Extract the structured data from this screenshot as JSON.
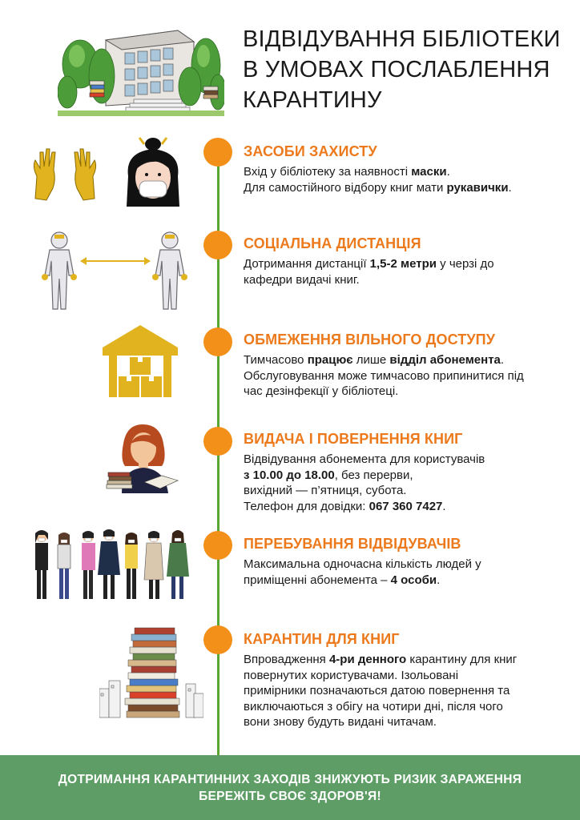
{
  "title_lines": [
    "ВІДВІДУВАННЯ БІБЛІОТЕКИ",
    "В УМОВАХ ПОСЛАБЛЕННЯ",
    "КАРАНТИНУ"
  ],
  "sections": [
    {
      "title": "ЗАСОБИ ЗАХИСТУ",
      "lines": [
        {
          "a": "Вхід у бібліотеку за наявності ",
          "b": "маски",
          "c": "."
        },
        {
          "a": "Для самостійного відбору книг мати ",
          "b": "рукавички",
          "c": "."
        }
      ]
    },
    {
      "title": "СОЦІАЛЬНА ДИСТАНЦІЯ",
      "lines": [
        {
          "a": "Дотримання дистанції ",
          "b": "1,5-2 метри",
          "c": " у черзі до"
        },
        {
          "a": "кафедри видачі книг.",
          "b": "",
          "c": ""
        }
      ]
    },
    {
      "title": "ОБМЕЖЕННЯ ВІЛЬНОГО ДОСТУПУ",
      "lines": [
        {
          "a": "Тимчасово ",
          "b": "працює",
          "c": " лише ",
          "d": "відділ абонемента",
          "e": "."
        },
        {
          "a": "Обслуговування може тимчасово припинитися під",
          "b": "",
          "c": ""
        },
        {
          "a": "час дезінфекції у бібліотеці.",
          "b": "",
          "c": ""
        }
      ]
    },
    {
      "title": "ВИДАЧА І ПОВЕРНЕННЯ КНИГ",
      "lines": [
        {
          "a": "Відвідування абонемента для користувачів",
          "b": "",
          "c": ""
        },
        {
          "a": "",
          "b": "з 10.00 до 18.00",
          "c": ", без перерви,"
        },
        {
          "a": "вихідний — п’ятниця, субота.",
          "b": "",
          "c": ""
        },
        {
          "a": "Телефон для довідки: ",
          "b": "067 360 7427",
          "c": "."
        }
      ]
    },
    {
      "title": "ПЕРЕБУВАННЯ ВІДВІДУВАЧІВ",
      "lines": [
        {
          "a": "Максимальна одночасна кількість людей у",
          "b": "",
          "c": ""
        },
        {
          "a": "приміщенні абонемента  – ",
          "b": "4 особи",
          "c": "."
        }
      ]
    },
    {
      "title": "КАРАНТИН ДЛЯ КНИГ",
      "lines": [
        {
          "a": "Впровадження ",
          "b": "4-ри денного",
          "c": " карантину для книг"
        },
        {
          "a": "повернутих користувачами. Ізольовані",
          "b": "",
          "c": ""
        },
        {
          "a": "примірники позначаються датою повернення та",
          "b": "",
          "c": ""
        },
        {
          "a": "виключаються з обігу на чотири дні, після чого",
          "b": "",
          "c": ""
        },
        {
          "a": "вони знову будуть видані читачам.",
          "b": "",
          "c": ""
        }
      ]
    }
  ],
  "footer": {
    "line1": "ДОТРИМАННЯ КАРАНТИННИХ ЗАХОДІВ ЗНИЖУЮТЬ РИЗИК ЗАРАЖЕННЯ",
    "line2": "БЕРЕЖІТЬ СВОЄ ЗДОРОВ'Я!"
  },
  "colors": {
    "accent": "#ec7a1c",
    "dot": "#f39019",
    "timeline": "#5aa632",
    "footer": "#5e9e66",
    "icon_yellow": "#e0b31f"
  },
  "icons": [
    "library-building-icon",
    "gloves-icon",
    "masked-woman-icon",
    "distance-people-icon",
    "warehouse-icon",
    "librarian-icon",
    "visitors-icon",
    "book-stack-icon"
  ]
}
